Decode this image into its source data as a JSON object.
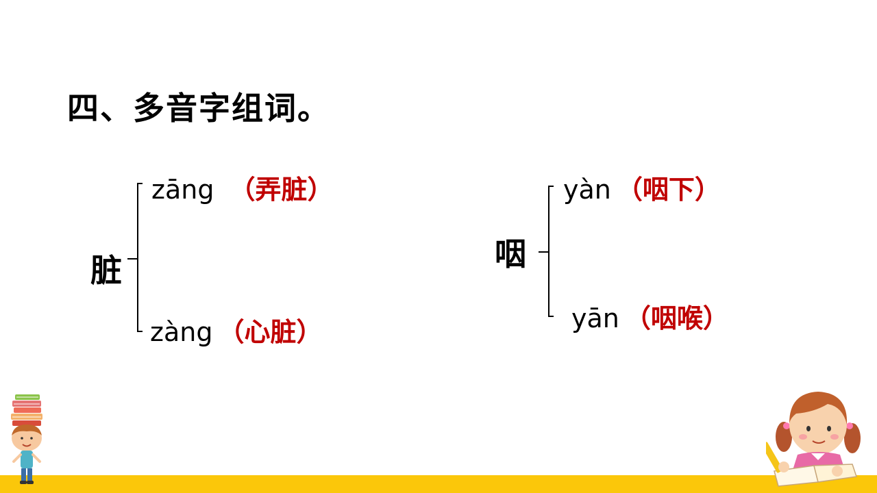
{
  "title": "四、多音字组词。",
  "groups": [
    {
      "char": "脏",
      "readings": [
        {
          "pinyin": "zāng",
          "word": "（弄脏）"
        },
        {
          "pinyin": "zàng",
          "word": "（心脏）"
        }
      ]
    },
    {
      "char": "咽",
      "readings": [
        {
          "pinyin": "yàn",
          "word": "（咽下）"
        },
        {
          "pinyin": "yān",
          "word": "（咽喉）"
        }
      ]
    }
  ],
  "colors": {
    "answer": "#c00000",
    "footer_bar": "#fbc70a"
  },
  "icons": {
    "left": "boy-with-books-icon",
    "right": "girl-writing-icon"
  }
}
